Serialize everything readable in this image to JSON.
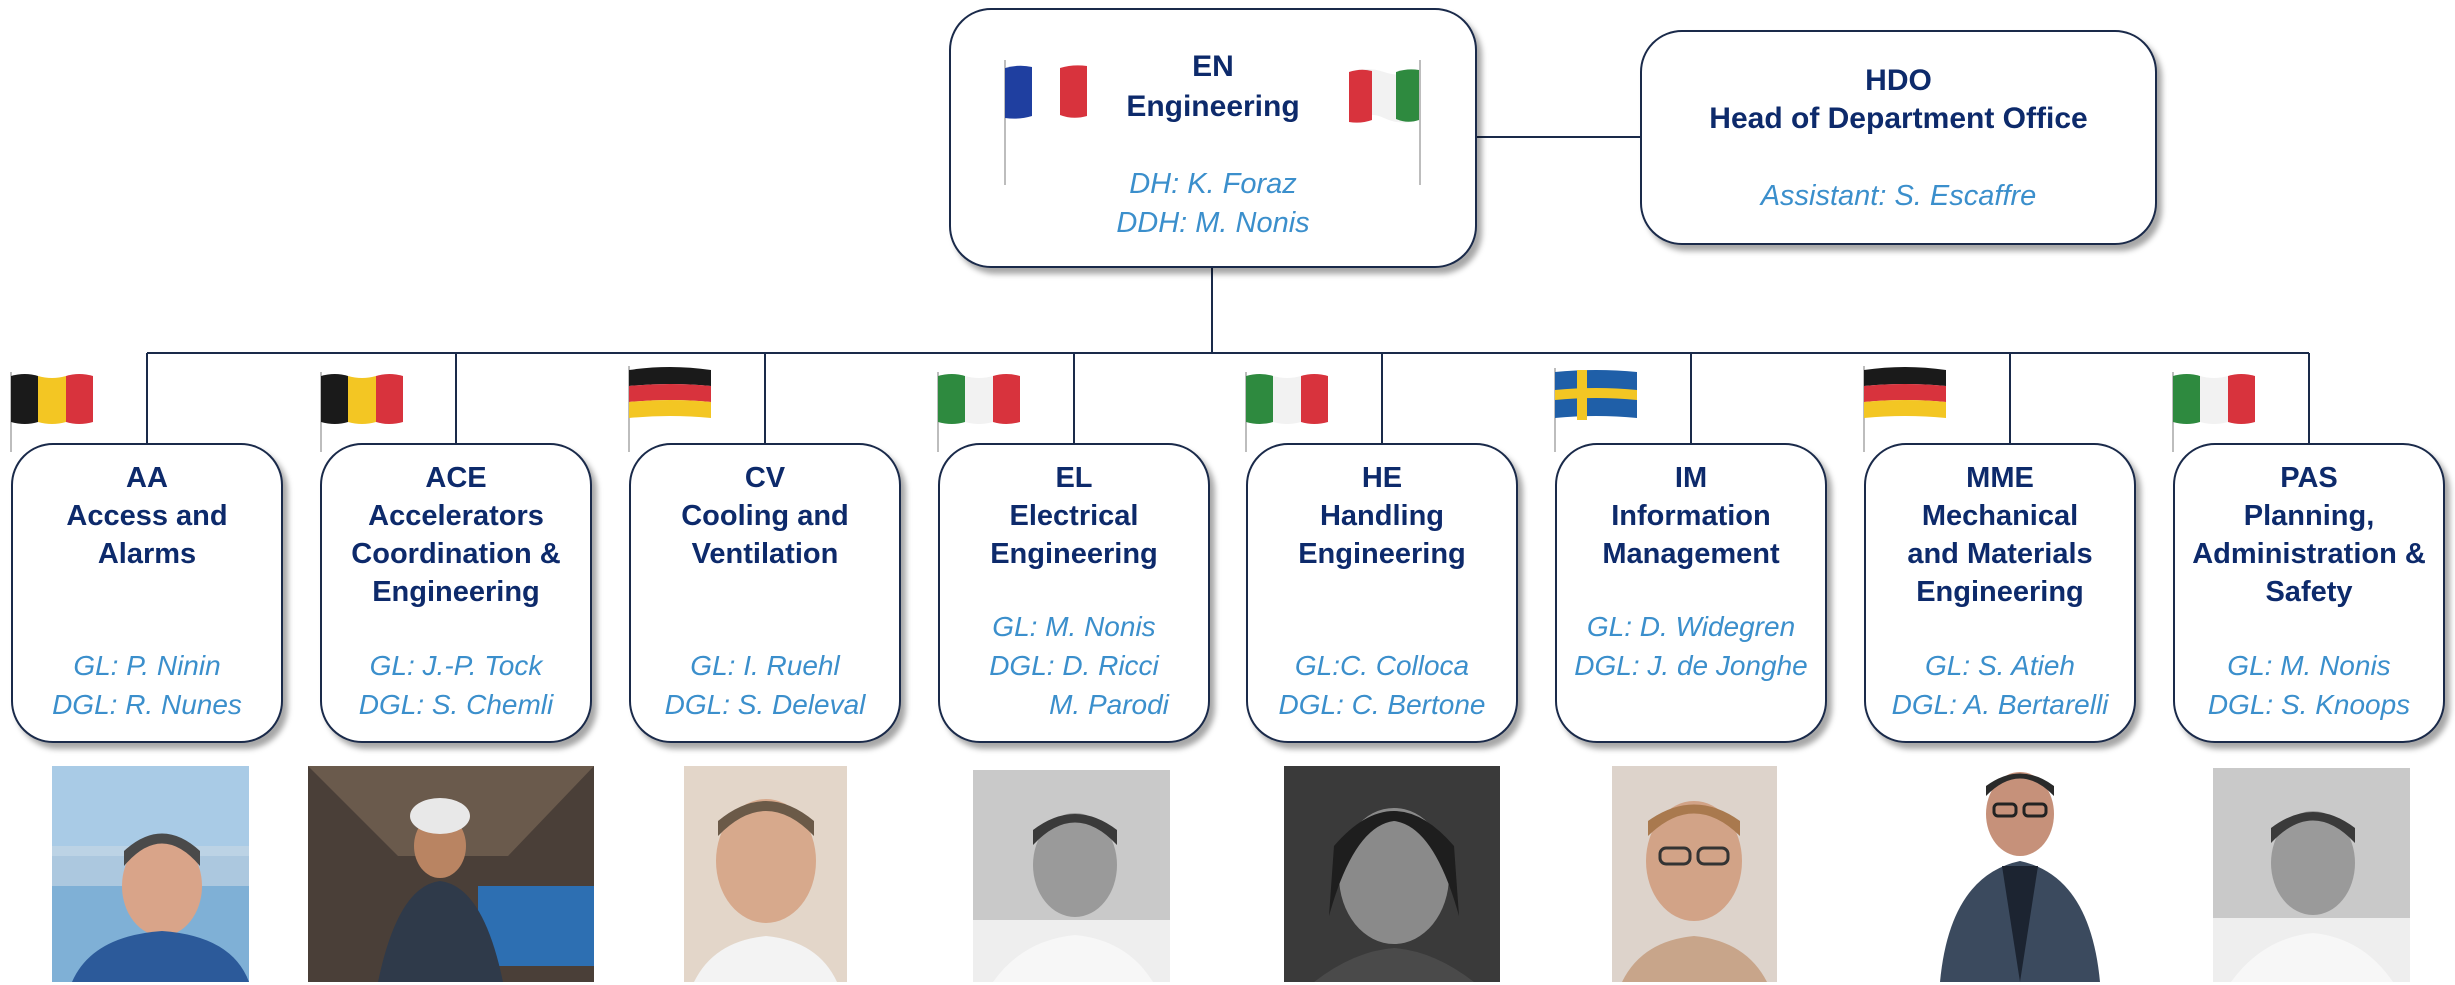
{
  "department": {
    "code": "EN",
    "title": "Engineering",
    "head": "DH: K. Foraz",
    "deputy": "DDH: M. Nonis",
    "flags": [
      "france-flag-icon",
      "italy-flag-icon"
    ]
  },
  "office": {
    "code": "HDO",
    "title": "Head of Department Office",
    "assistant": "Assistant: S. Escaffre"
  },
  "groups": [
    {
      "code": "AA",
      "title": "Access and Alarms",
      "leaders": [
        "GL: P. Ninin",
        "DGL: R. Nunes"
      ],
      "flag": "belgium-flag-icon"
    },
    {
      "code": "ACE",
      "title": "Accelerators Coordination & Engineering",
      "leaders": [
        "GL: J.-P. Tock",
        "DGL: S. Chemli"
      ],
      "flag": "belgium-flag-icon"
    },
    {
      "code": "CV",
      "title": "Cooling and Ventilation",
      "leaders": [
        "GL: I. Ruehl",
        "DGL: S. Deleval"
      ],
      "flag": "germany-flag-icon"
    },
    {
      "code": "EL",
      "title": "Electrical Engineering",
      "leaders": [
        "GL: M. Nonis",
        "DGL: D. Ricci",
        "M. Parodi"
      ],
      "flag": "italy-flag-icon"
    },
    {
      "code": "HE",
      "title": "Handling Engineering",
      "leaders": [
        "GL:C. Colloca",
        "DGL: C. Bertone"
      ],
      "flag": "italy-flag-icon"
    },
    {
      "code": "IM",
      "title": "Information Management",
      "leaders": [
        "GL: D. Widegren",
        "DGL: J. de Jonghe"
      ],
      "flag": "sweden-flag-icon"
    },
    {
      "code": "MME",
      "title": "Mechanical and Materials Engineering",
      "leaders": [
        "GL: S. Atieh",
        "DGL: A. Bertarelli"
      ],
      "flag": "germany-flag-icon"
    },
    {
      "code": "PAS",
      "title": "Planning, Administration & Safety",
      "leaders": [
        "GL: M. Nonis",
        "DGL: S. Knoops"
      ],
      "flag": "italy-flag-icon"
    }
  ],
  "colors": {
    "title": "#0d2a6b",
    "person": "#3b8fcc",
    "border": "#1a2a4a",
    "connector": "#1a2a4a"
  }
}
